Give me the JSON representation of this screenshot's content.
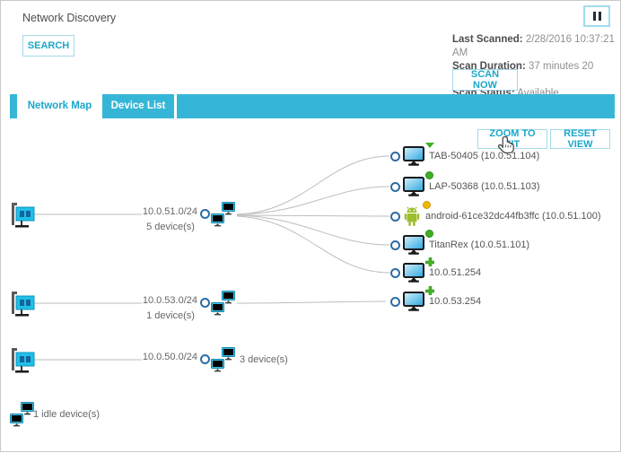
{
  "page": {
    "title": "Network Discovery"
  },
  "header": {
    "search_label": "SEARCH",
    "pause_icon": "pause-icon (❚❚)",
    "scan_info": [
      {
        "label": "Last Scanned:",
        "value": "2/28/2016 10:37:21 AM"
      },
      {
        "label": "Scan Duration:",
        "value": "37 minutes 20 seconds"
      },
      {
        "label": "Scan Status:",
        "value": "Available"
      }
    ],
    "scan_now_label": "SCAN NOW"
  },
  "tabs": [
    {
      "label": "Network Map",
      "active": true
    },
    {
      "label": "Device List",
      "active": false
    }
  ],
  "toolbar": {
    "zoom_to_fit_label": "ZOOM TO FIT",
    "reset_view_label": "RESET VIEW"
  },
  "map": {
    "networks": [
      {
        "subnet": "10.0.51.0/24",
        "count": "5 device(s)"
      },
      {
        "subnet": "10.0.53.0/24",
        "count": "1 device(s)"
      },
      {
        "subnet": "10.0.50.0/24",
        "count": "3 device(s)"
      }
    ],
    "devices": [
      {
        "label": "TAB-50405 (10.0.51.104)",
        "status": "green-triangle",
        "icon": "computer"
      },
      {
        "label": "LAP-50368 (10.0.51.103)",
        "status": "green-dot",
        "icon": "computer"
      },
      {
        "label": "android-61ce32dc44fb3ffc (10.0.51.100)",
        "status": "yellow-dot",
        "icon": "android"
      },
      {
        "label": "TitanRex (10.0.51.101)",
        "status": "green-dot",
        "icon": "computer"
      },
      {
        "label": "10.0.51.254",
        "status": "green-plus",
        "icon": "computer"
      },
      {
        "label": "10.0.53.254",
        "status": "green-plus",
        "icon": "computer"
      }
    ],
    "idle_label": "1 idle device(s)"
  },
  "colors": {
    "accent_teal": "#36b6d7",
    "teal_text": "#1ba7c9",
    "button_border": "#a5d9ea",
    "status_green": "#3fae25",
    "status_yellow": "#f2b600",
    "link_line": "#bdbdbd",
    "port_circle_border": "#2e6da4"
  }
}
